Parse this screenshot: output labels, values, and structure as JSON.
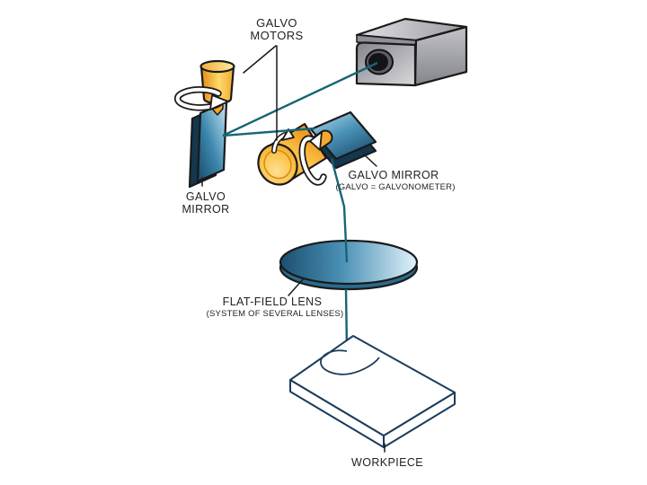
{
  "diagram": {
    "subject": "galvo laser scanning system",
    "labels": {
      "galvo_motors": {
        "l1": "GALVO",
        "l2": "MOTORS"
      },
      "left_mirror": {
        "l1": "GALVO",
        "l2": "MIRROR"
      },
      "right_mirror": {
        "l1": "GALVO MIRROR",
        "l2": "(GALVO = GALVONOMETER)"
      },
      "lens": {
        "l1": "FLAT-FIELD LENS",
        "l2": "(SYSTEM OF SEVERAL LENSES)"
      },
      "workpiece": {
        "l1": "WORKPIECE"
      }
    },
    "colors": {
      "beam": "#156575",
      "mirror_blue_dark": "#174a67",
      "mirror_blue_light": "#c9e6f3",
      "motor_orange": "#f2a92d",
      "laser_gray": "#b9b9bf",
      "workpiece_outline": "#1c3d5c",
      "label_text": "#222222",
      "background": "#ffffff"
    }
  }
}
